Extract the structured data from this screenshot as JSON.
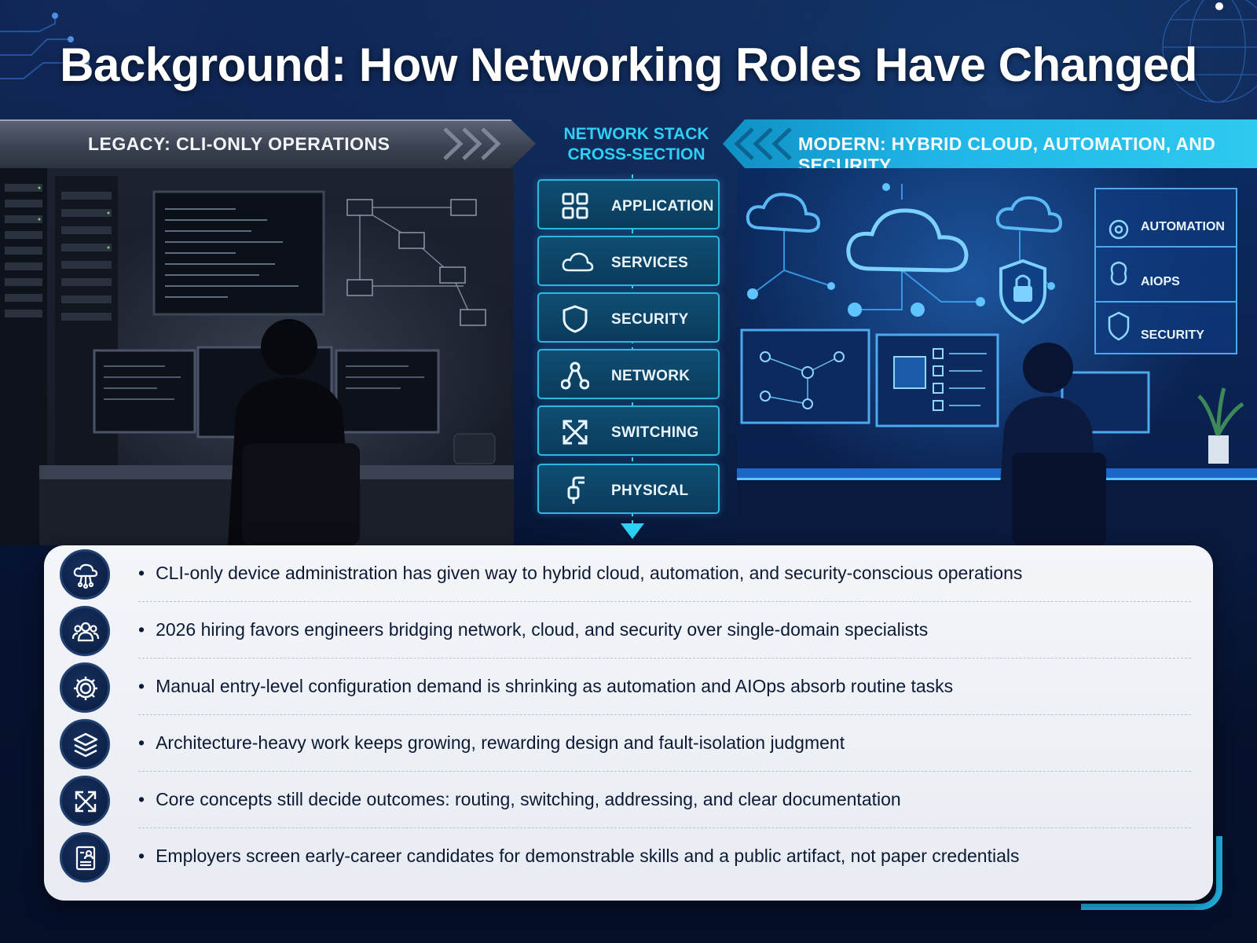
{
  "title": "Background: How Networking Roles Have Changed",
  "legacy": {
    "label": "LEGACY: CLI-ONLY OPERATIONS"
  },
  "modern": {
    "label": "MODERN: HYBRID CLOUD, AUTOMATION, AND SECURITY",
    "panel_items": [
      "AUTOMATION",
      "AIOPS",
      "SECURITY"
    ]
  },
  "stack": {
    "title_line1": "NETWORK STACK",
    "title_line2": "CROSS-SECTION",
    "layers": [
      {
        "label": "APPLICATION",
        "icon": "grid-icon"
      },
      {
        "label": "SERVICES",
        "icon": "cloud-icon"
      },
      {
        "label": "SECURITY",
        "icon": "shield-icon"
      },
      {
        "label": "NETWORK",
        "icon": "nodes-icon"
      },
      {
        "label": "SWITCHING",
        "icon": "cross-arrows-icon"
      },
      {
        "label": "PHYSICAL",
        "icon": "cable-icon"
      }
    ]
  },
  "bullets": [
    {
      "text": "CLI-only device administration has given way to hybrid cloud, automation, and security-conscious operations",
      "icon": "cloud-network-icon"
    },
    {
      "text": "2026 hiring favors engineers bridging network, cloud, and security over single-domain specialists",
      "icon": "team-icon"
    },
    {
      "text": "Manual entry-level configuration demand is shrinking as automation and AIOps absorb routine tasks",
      "icon": "gear-icon"
    },
    {
      "text": "Architecture-heavy work keeps growing, rewarding design and fault-isolation judgment",
      "icon": "layers-icon"
    },
    {
      "text": "Core concepts still decide outcomes: routing, switching, addressing, and clear documentation",
      "icon": "cross-arrows-icon"
    },
    {
      "text": "Employers screen early-career candidates for demonstrable skills and a public artifact, not paper credentials",
      "icon": "resume-icon"
    }
  ],
  "colors": {
    "accent": "#2ed0f5",
    "background": "#081634",
    "panel": "#f3f5f9"
  }
}
